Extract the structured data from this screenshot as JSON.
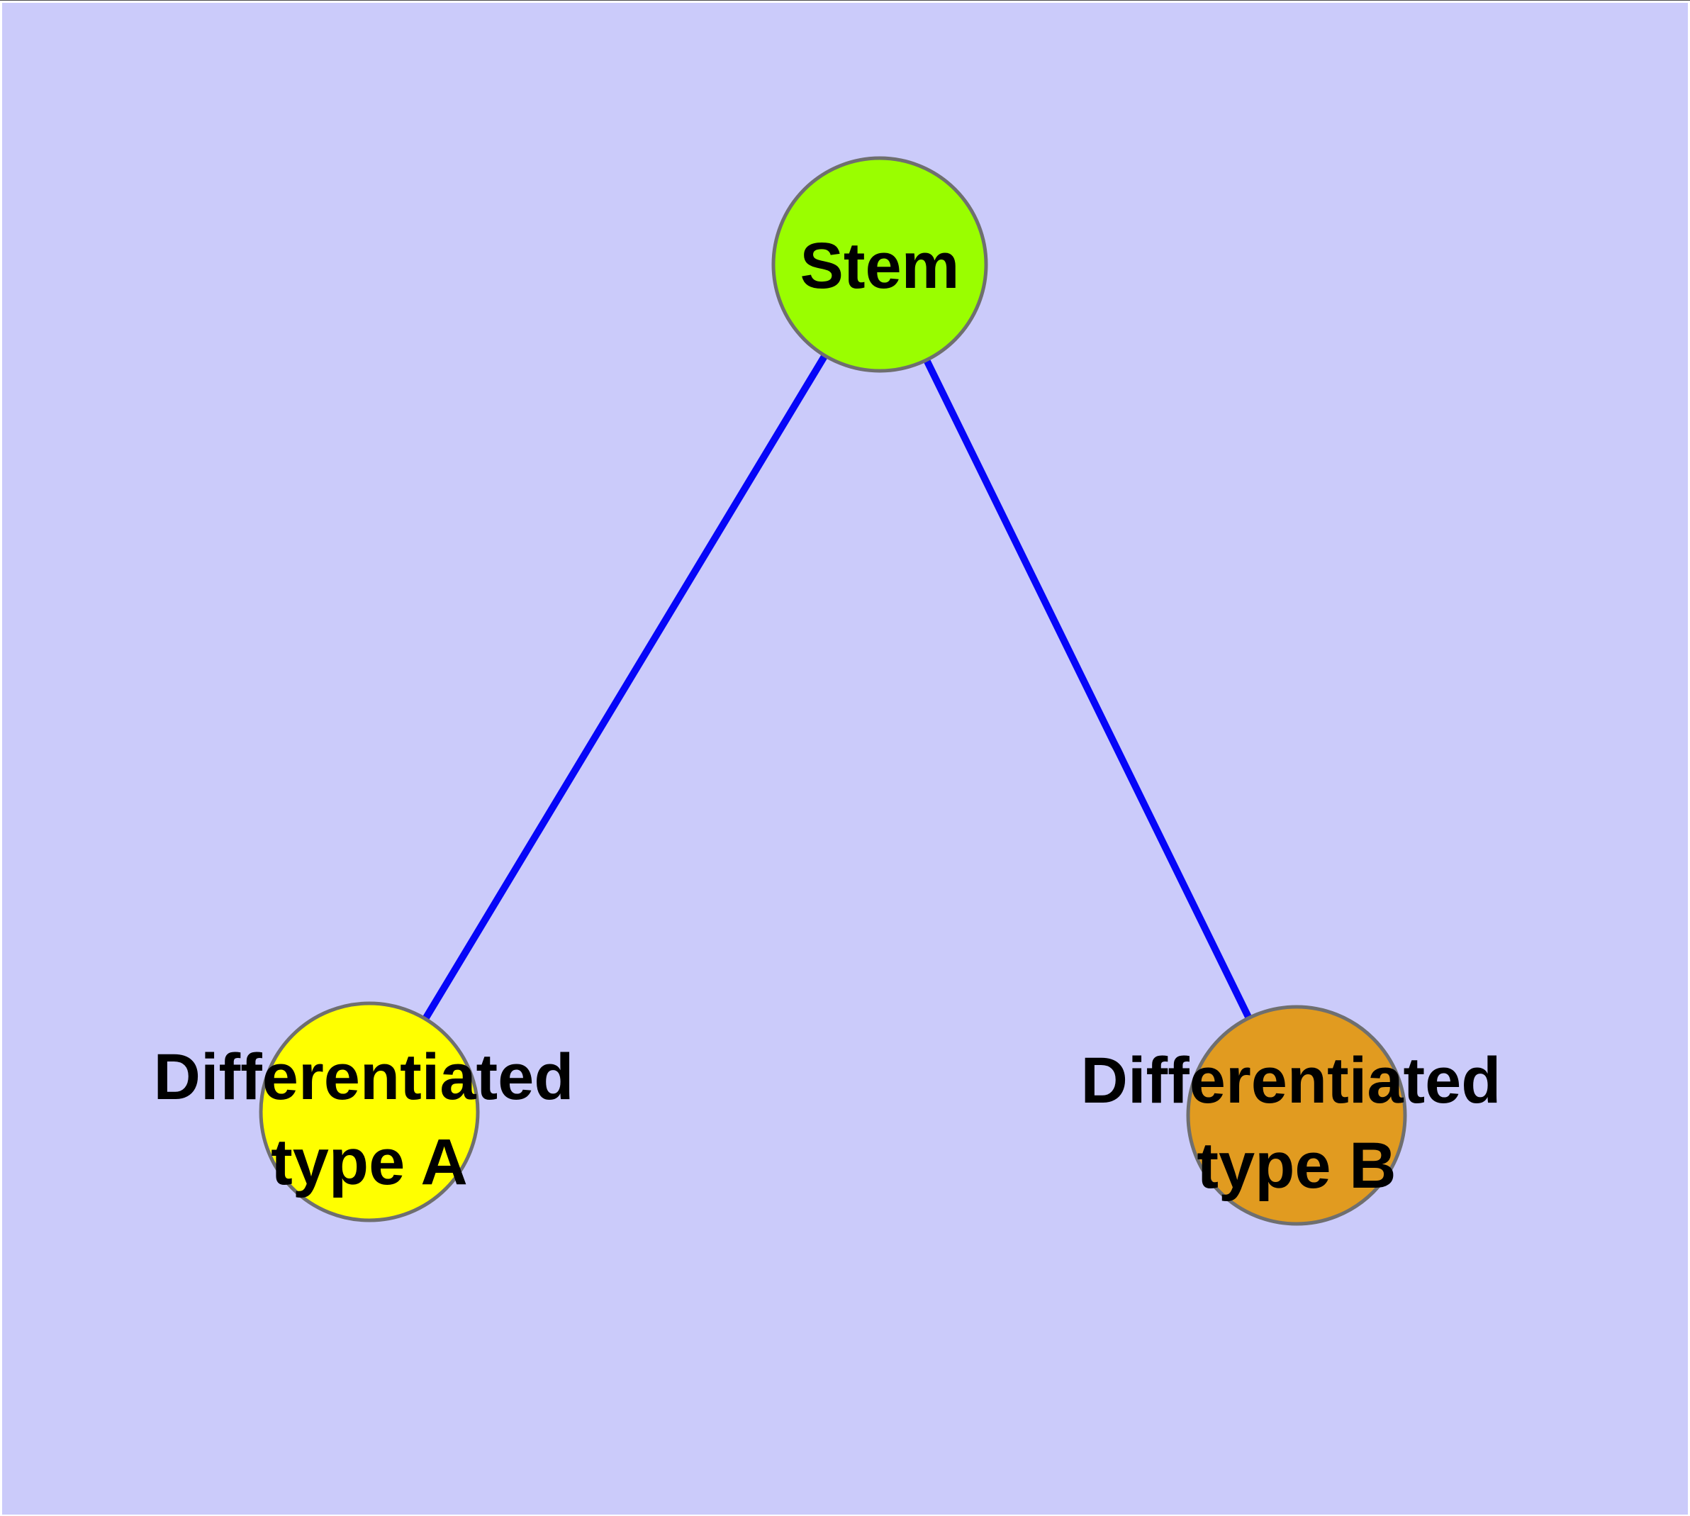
{
  "figure": {
    "type": "node-link-diagram",
    "description": "Cell differentiation graph: stem cell node linked to two differentiated cell type nodes",
    "background_color": "#cbcbfa",
    "node_border_color": "#6f6f6f",
    "edge_color": "#0606f8",
    "label_color": "#000000"
  },
  "nodes": [
    {
      "id": "stem",
      "label_line1": "Stem",
      "label_line2": "",
      "color": "#9afe00"
    },
    {
      "id": "type-a",
      "label_line1": "Differentiated",
      "label_line2": "type A",
      "color": "#ffff00"
    },
    {
      "id": "type-b",
      "label_line1": "Differentiated",
      "label_line2": "type B",
      "color": "#e19b20"
    }
  ],
  "edges": [
    {
      "from": "stem",
      "to": "type-a"
    },
    {
      "from": "stem",
      "to": "type-b"
    }
  ]
}
